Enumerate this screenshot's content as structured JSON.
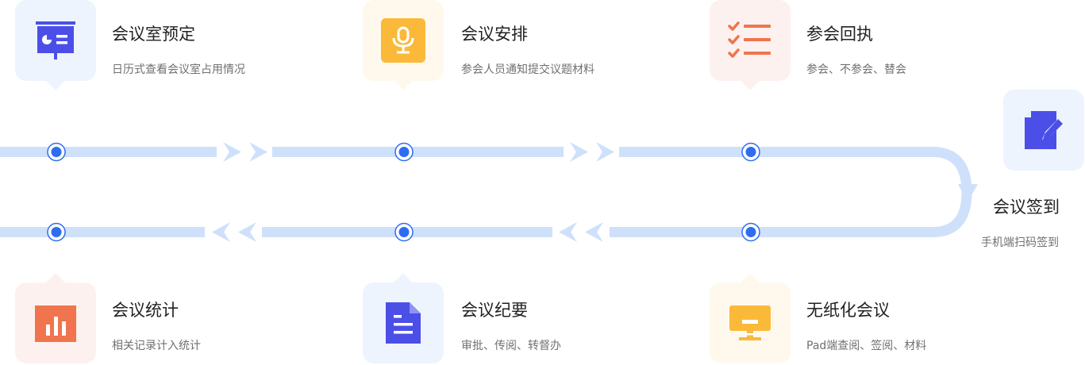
{
  "steps": [
    {
      "title": "会议室预定",
      "desc": "日历式查看会议室占用情况",
      "icon": "presentation-board-icon"
    },
    {
      "title": "会议安排",
      "desc": "参会人员通知提交议题材料",
      "icon": "microphone-icon"
    },
    {
      "title": "参会回执",
      "desc": "参会、不参会、替会",
      "icon": "checklist-icon"
    },
    {
      "title": "会议签到",
      "desc": "手机端扫码签到",
      "icon": "edit-document-icon"
    },
    {
      "title": "无纸化会议",
      "desc": "Pad端查阅、签阅、材料",
      "icon": "monitor-icon"
    },
    {
      "title": "会议纪要",
      "desc": "审批、传阅、转督办",
      "icon": "document-icon"
    },
    {
      "title": "会议统计",
      "desc": "相关记录计入统计",
      "icon": "bar-chart-icon"
    }
  ],
  "colors": {
    "track": "#cfe0fb",
    "node": "#2f6df0",
    "icon_blue": "#4b4fe8",
    "icon_yellow": "#fbb93a",
    "icon_orange": "#f0744d"
  }
}
